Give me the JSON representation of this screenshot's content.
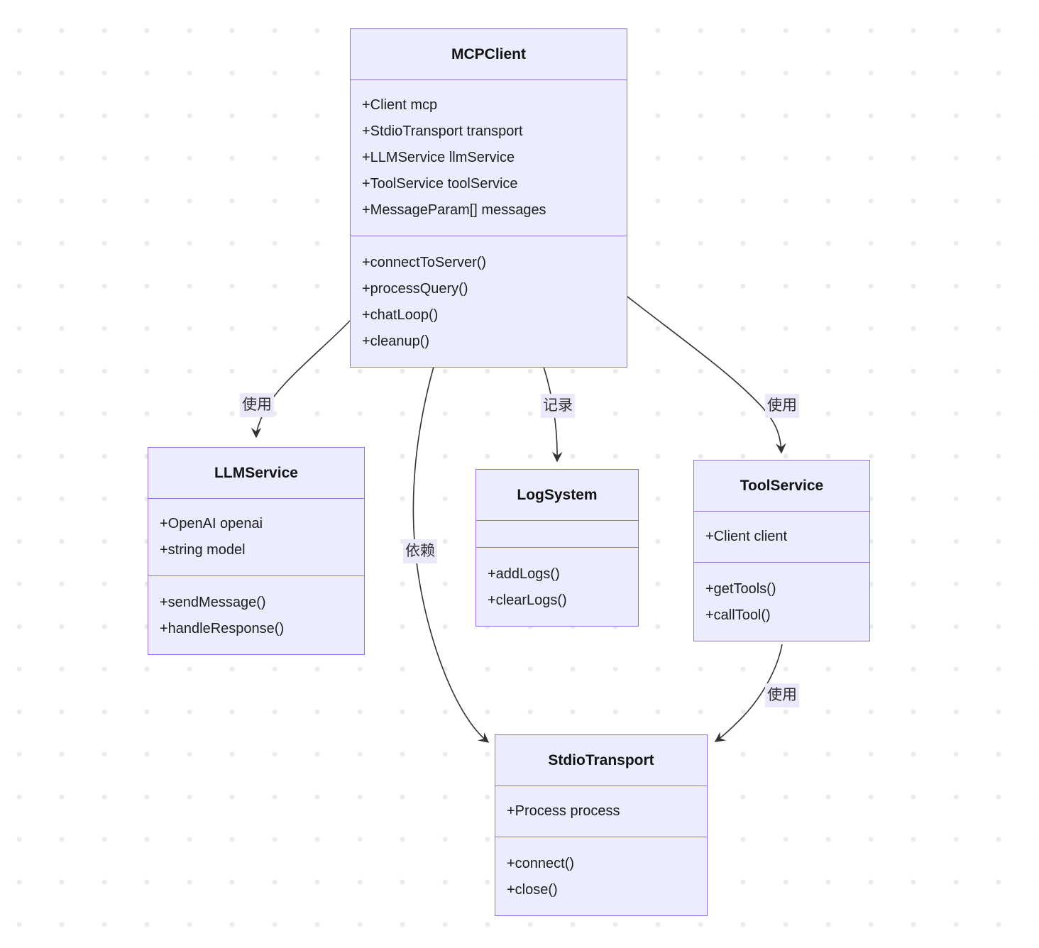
{
  "diagram": {
    "type": "uml-class-diagram",
    "classes": [
      {
        "name": "MCPClient",
        "attributes": [
          "+Client mcp",
          "+StdioTransport transport",
          "+LLMService llmService",
          "+ToolService toolService",
          "+MessageParam[] messages"
        ],
        "methods": [
          "+connectToServer()",
          "+processQuery()",
          "+chatLoop()",
          "+cleanup()"
        ]
      },
      {
        "name": "LLMService",
        "attributes": [
          "+OpenAI openai",
          "+string model"
        ],
        "methods": [
          "+sendMessage()",
          "+handleResponse()"
        ]
      },
      {
        "name": "LogSystem",
        "attributes": [],
        "methods": [
          "+addLogs()",
          "+clearLogs()"
        ]
      },
      {
        "name": "ToolService",
        "attributes": [
          "+Client client"
        ],
        "methods": [
          "+getTools()",
          "+callTool()"
        ]
      },
      {
        "name": "StdioTransport",
        "attributes": [
          "+Process process"
        ],
        "methods": [
          "+connect()",
          "+close()"
        ]
      }
    ],
    "relationships": [
      {
        "from": "MCPClient",
        "to": "LLMService",
        "label": "使用"
      },
      {
        "from": "MCPClient",
        "to": "LogSystem",
        "label": "记录"
      },
      {
        "from": "MCPClient",
        "to": "ToolService",
        "label": "使用"
      },
      {
        "from": "MCPClient",
        "to": "StdioTransport",
        "label": "依赖"
      },
      {
        "from": "ToolService",
        "to": "StdioTransport",
        "label": "使用"
      }
    ],
    "colors": {
      "box_fill": "#ECECFF",
      "box_border": "#9370DB",
      "edge_line": "#333333",
      "edge_label_bg": "#E9E9F9",
      "text": "#1A1A1A",
      "background_dot": "#EBEBEB"
    }
  }
}
